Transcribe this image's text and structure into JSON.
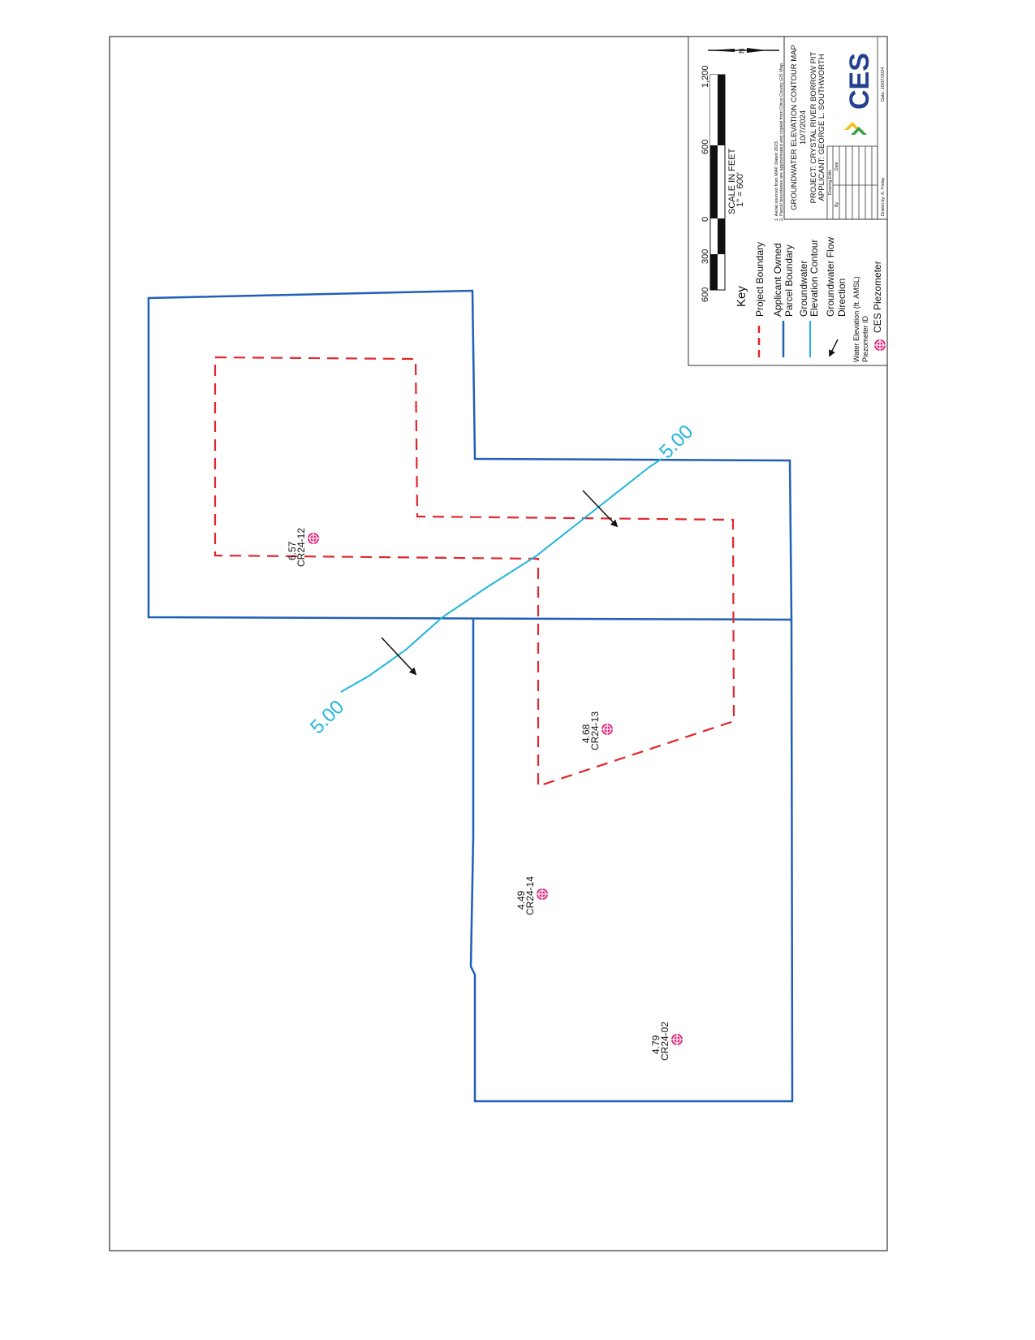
{
  "colors": {
    "parcel": "#1f5fb5",
    "project": "#e0262b",
    "contour": "#22b5dd",
    "piezometer": "#e0247a",
    "arrow": "#111111"
  },
  "legend": {
    "title": "Key",
    "items": [
      {
        "icon": "red-dashed-line",
        "lines": [
          "Project Boundary"
        ]
      },
      {
        "icon": "blue-line",
        "lines": [
          "Applicant Owned",
          "Parcel Boundary"
        ]
      },
      {
        "icon": "cyan-line",
        "lines": [
          "Groundwater",
          "Elevation Contour"
        ]
      },
      {
        "icon": "flow-arrow-icon",
        "lines": [
          "Groundwater Flow",
          "Direction"
        ]
      },
      {
        "icon": "sample-label",
        "lines": [
          "Water Elevation (ft. AMSL)",
          "Piezometer ID"
        ]
      },
      {
        "icon": "piezometer-icon",
        "lines": [
          "CES Piezometer"
        ]
      }
    ]
  },
  "scale": {
    "ticks": [
      "600",
      "300",
      "0",
      "600",
      "1,200"
    ],
    "title": "SCALE IN FEET",
    "ratio": "1\" = 600'"
  },
  "north": "N",
  "notes": [
    "1.  Aerial sourced from MAP, Dated 2023.",
    "2.  Parcel boundaries are approximated and copied from Citrus County GIS Map."
  ],
  "title_block": {
    "title": "GROUNDWATER ELEVATION CONTOUR MAP",
    "date": "10/7/2024",
    "project": "PROJECT: CRYSTAL RIVER BORROW PIT",
    "applicant": "APPLICANT: GEORGE L. SOUTHWORTH",
    "edits_header": "Drawing Edits",
    "edits_cols": [
      "By",
      "Date"
    ],
    "logo": "CES",
    "drawn_by": "Drawn by: K. Finlay",
    "date_label": "Date: 10/07/2024"
  },
  "contours": [
    {
      "label": "5.00"
    },
    {
      "label": "5.00"
    }
  ],
  "piezometers": [
    {
      "id": "CR24-12",
      "elevation": "6.57"
    },
    {
      "id": "CR24-13",
      "elevation": "4.68"
    },
    {
      "id": "CR24-14",
      "elevation": "4.49"
    },
    {
      "id": "CR24-02",
      "elevation": "4.79"
    }
  ]
}
